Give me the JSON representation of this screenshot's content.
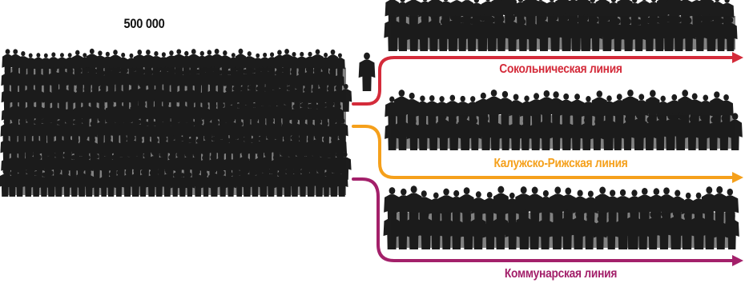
{
  "big_group": {
    "label": "500 000",
    "color": "#111111"
  },
  "lines": [
    {
      "name": "Сокольническая линия",
      "color": "#d42b3a"
    },
    {
      "name": "Калужско-Рижская линия",
      "color": "#f5a01b"
    },
    {
      "name": "Коммунарская линия",
      "color": "#a3206a"
    }
  ],
  "crowd_color": "#1c1c1c",
  "icons": [
    "crowd-large",
    "person-icon",
    "crowd-small",
    "arrow-right"
  ]
}
